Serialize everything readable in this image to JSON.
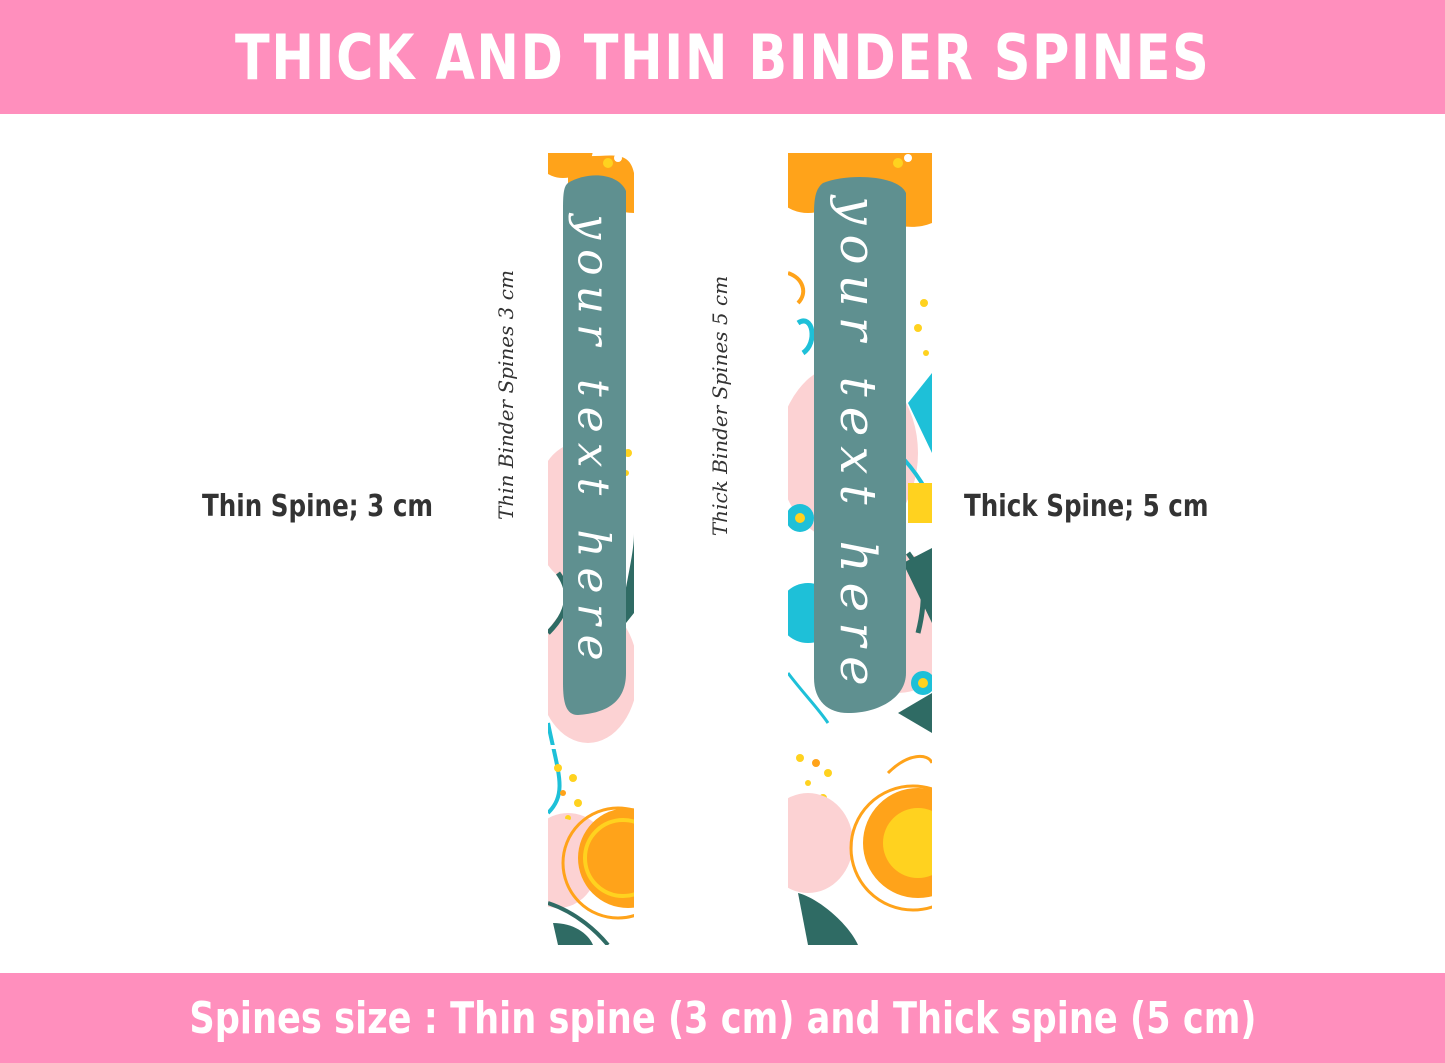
{
  "header": {
    "title": "THICK AND THIN BINDER SPINES"
  },
  "labels": {
    "thin": "Thin Spine; 3 cm",
    "thick": "Thick Spine; 5 cm",
    "thin_vertical": "Thin Binder Spines 3 cm",
    "thick_vertical": "Thick Binder Spines 5 cm"
  },
  "spines": {
    "thin_text": "your text here",
    "thick_text": "your text here"
  },
  "footer": {
    "text": "Spines size : Thin spine (3 cm) and Thick spine (5 cm)"
  },
  "colors": {
    "banner": "#ff8fbd",
    "label_panel": "#5f9090",
    "orange": "#ffa31a",
    "yellow": "#ffd21f",
    "pink": "#fcd2d3",
    "teal": "#1ec0d8",
    "dark_green": "#2f6b64"
  }
}
